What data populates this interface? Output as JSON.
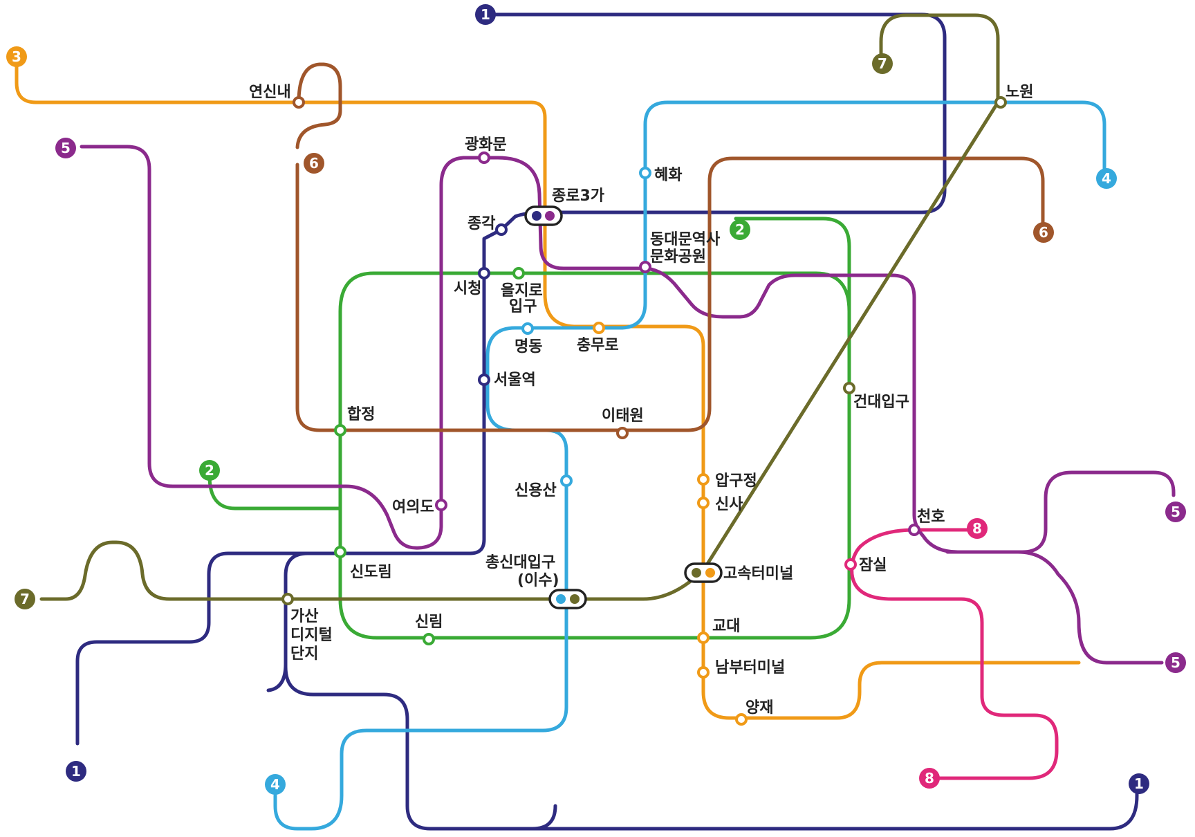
{
  "lines": [
    {
      "id": "1",
      "color": "#2e2b80"
    },
    {
      "id": "2",
      "color": "#3aaa35"
    },
    {
      "id": "3",
      "color": "#f09a17"
    },
    {
      "id": "4",
      "color": "#35a9dd"
    },
    {
      "id": "5",
      "color": "#8b2a8c"
    },
    {
      "id": "6",
      "color": "#a0562b"
    },
    {
      "id": "7",
      "color": "#6b6b2a"
    },
    {
      "id": "8",
      "color": "#e0287a"
    }
  ],
  "stations": {
    "yeonsinnae": "연신내",
    "gwanghwamun": "광화문",
    "jongno3ga": "종로3가",
    "jonggak": "종각",
    "hyehwa": "혜화",
    "ddp_line1": "동대문역사",
    "ddp_line2": "문화공원",
    "nowon": "노원",
    "cityhall": "시청",
    "euljiro_line1": "을지로",
    "euljiro_line2": "입구",
    "myeongdong": "명동",
    "chungmuro": "충무로",
    "seoul_station": "서울역",
    "hapjeong": "합정",
    "itaewon": "이태원",
    "konkuk": "건대입구",
    "sinyongsan": "신용산",
    "yeouido": "여의도",
    "apgujeong": "압구정",
    "sinsa": "신사",
    "cheonho": "천호",
    "sindorim": "신도림",
    "chongshin_line1": "총신대입구",
    "chongshin_line2": "(이수)",
    "express_terminal": "고속터미널",
    "jamsil": "잠실",
    "gasan_line1": "가산",
    "gasan_line2": "디지털",
    "gasan_line3": "단지",
    "sillim": "신림",
    "gyodae": "교대",
    "nambu": "남부터미널",
    "yangjae": "양재"
  }
}
